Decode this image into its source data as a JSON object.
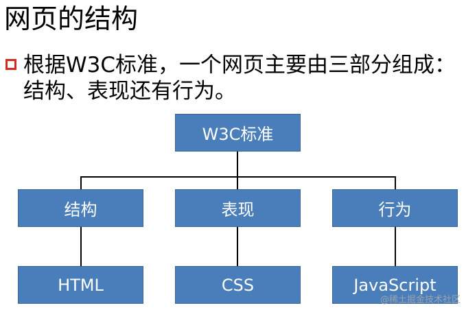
{
  "title": "网页的结构",
  "bullet": {
    "icon": "hollow-square-bullet-icon",
    "text": "根据W3C标准，一个网页主要由三部分组成：结构、表现还有行为。"
  },
  "diagram": {
    "root": {
      "label": "W3C标准"
    },
    "branches": [
      {
        "label": "结构",
        "child": "HTML"
      },
      {
        "label": "表现",
        "child": "CSS"
      },
      {
        "label": "行为",
        "child": "JavaScript"
      }
    ]
  },
  "watermark": "@稀土掘金技术社区",
  "colors": {
    "box_fill": "#4a7ebb",
    "box_border": "#3a6397",
    "box_text": "#ffffff",
    "bullet": "#d62b1f",
    "connector": "#000000"
  }
}
